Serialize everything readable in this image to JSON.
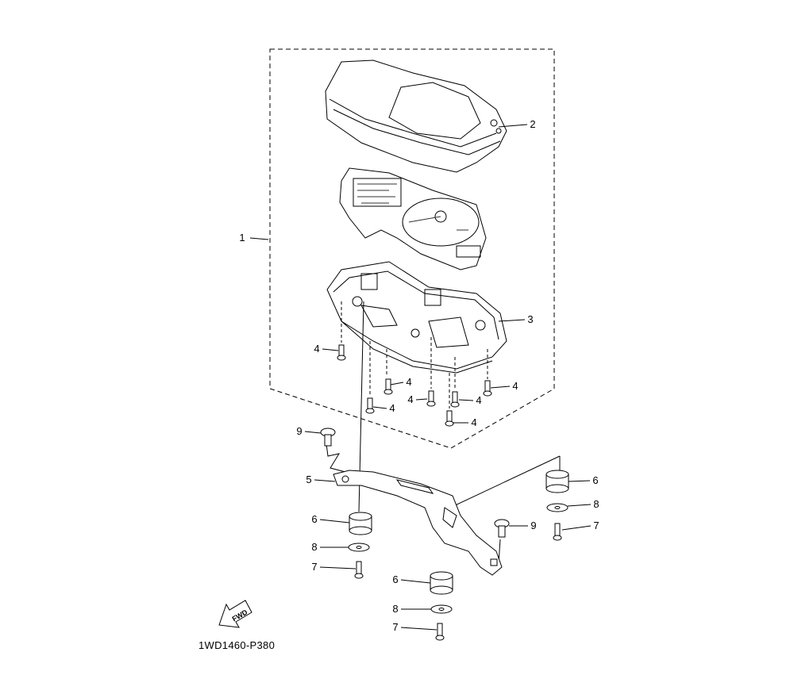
{
  "diagram": {
    "code": "1WD1460-P380",
    "fwd_label": "FWD",
    "callouts": [
      {
        "id": "c2",
        "label": "2"
      },
      {
        "id": "c1",
        "label": "1"
      },
      {
        "id": "c3",
        "label": "3"
      },
      {
        "id": "c4a",
        "label": "4"
      },
      {
        "id": "c4b",
        "label": "4"
      },
      {
        "id": "c4c",
        "label": "4"
      },
      {
        "id": "c4d",
        "label": "4"
      },
      {
        "id": "c4e",
        "label": "4"
      },
      {
        "id": "c4f",
        "label": "4"
      },
      {
        "id": "c4g",
        "label": "4"
      },
      {
        "id": "c9a",
        "label": "9"
      },
      {
        "id": "c5",
        "label": "5"
      },
      {
        "id": "c6a",
        "label": "6"
      },
      {
        "id": "c8a",
        "label": "8"
      },
      {
        "id": "c9b",
        "label": "9"
      },
      {
        "id": "c7a",
        "label": "7"
      },
      {
        "id": "c6b",
        "label": "6"
      },
      {
        "id": "c8b",
        "label": "8"
      },
      {
        "id": "c7b",
        "label": "7"
      },
      {
        "id": "c6c",
        "label": "6"
      },
      {
        "id": "c8c",
        "label": "8"
      },
      {
        "id": "c7c",
        "label": "7"
      }
    ]
  }
}
